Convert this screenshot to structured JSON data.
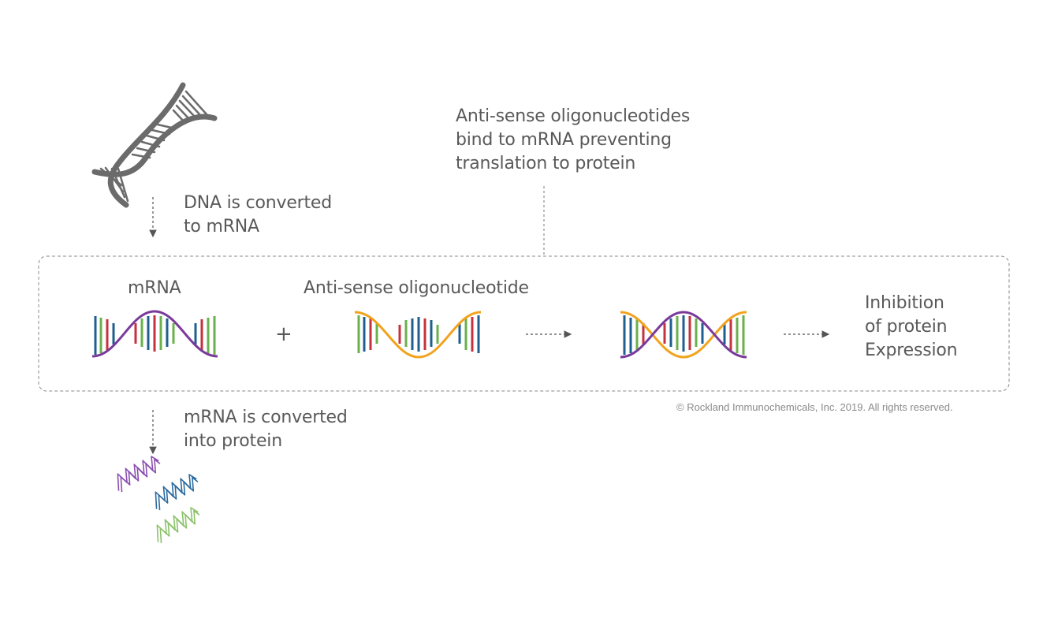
{
  "colors": {
    "text": "#595959",
    "dna_gray": "#6b6b6b",
    "arrow": "#555555",
    "purple": "#7a3a9a",
    "orange": "#f2a31d",
    "blue": "#1f5f8f",
    "red": "#c4323d",
    "green": "#6ab04c",
    "protein_purple": "#8a4fb0",
    "protein_blue": "#2c6aa0",
    "protein_green": "#8cc26a",
    "box_border": "#8a8a8a"
  },
  "icons": {
    "dna": "dna-double-helix-icon",
    "protein": "protein-helix-icon"
  },
  "step_dna": {
    "line1": "DNA is converted",
    "line2": "to mRNA"
  },
  "step_protein": {
    "line1": "mRNA is converted",
    "line2": "into protein"
  },
  "annotation": {
    "line1": "Anti-sense oligonucleotides",
    "line2": "bind to mRNA preventing",
    "line3": "translation to protein"
  },
  "box": {
    "mrna_label": "mRNA",
    "plus": "+",
    "antisense_label": "Anti-sense oligonucleotide",
    "result": {
      "line1": "Inhibition",
      "line2": "of protein",
      "line3": "Expression"
    }
  },
  "copyright": "© Rockland Immunochemicals, Inc. 2019. All rights reserved."
}
